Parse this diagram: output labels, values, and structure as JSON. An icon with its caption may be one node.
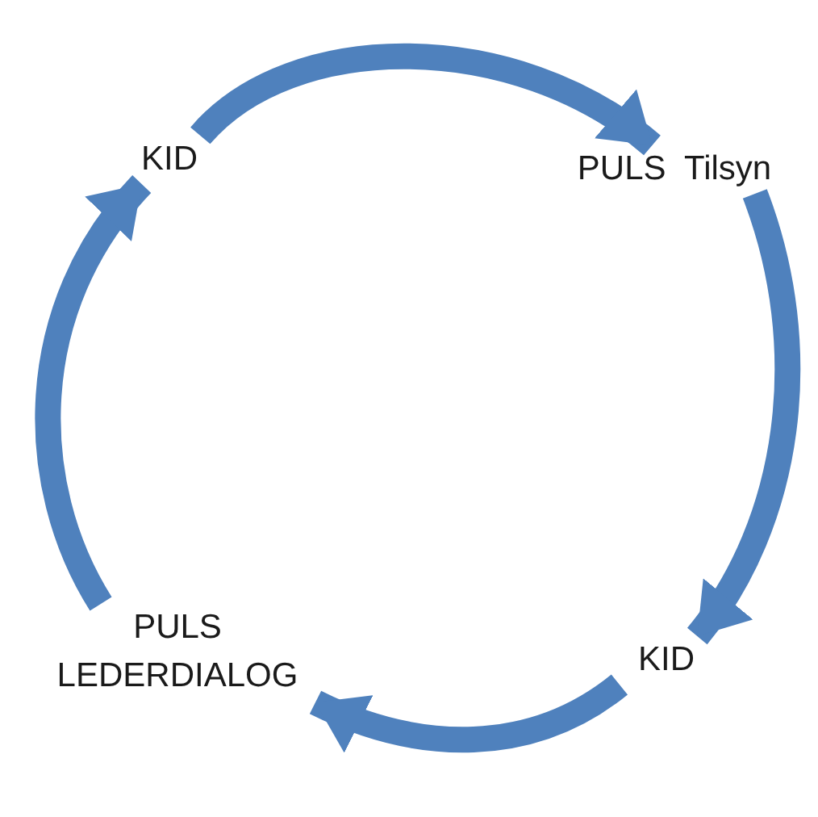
{
  "diagram": {
    "nodes": [
      {
        "text": [
          "KID"
        ]
      },
      {
        "text": [
          "PULS  Tilsyn"
        ]
      },
      {
        "text": [
          "KID"
        ]
      },
      {
        "text": [
          "PULS LEDERDIALOG"
        ]
      }
    ],
    "edges": [
      {
        "from": 0,
        "to": 1,
        "arrow": "to"
      },
      {
        "from": 1,
        "to": 2,
        "arrow": "to"
      },
      {
        "from": 2,
        "to": 3,
        "arrow": "to"
      },
      {
        "from": 3,
        "to": 0,
        "arrow": "to"
      }
    ]
  }
}
